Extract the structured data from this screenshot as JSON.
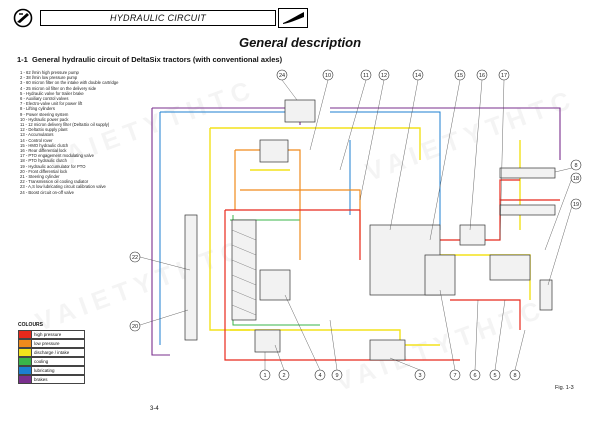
{
  "header": {
    "title": "HYDRAULIC CIRCUIT"
  },
  "main_title": "General description",
  "section": {
    "number": "1-1",
    "title": "General hydraulic circuit of DeltaSix tractors (with conventional axles)"
  },
  "legend_items": [
    "1 - 62 l/min high pressure pump",
    "2 - 38 l/min low pressure pump",
    "3 - 60 micron filter on the intake with double cartridge",
    "4 - 25 micron oil filter on the delivery side",
    "5 - Hydraulic valve for trailer brake",
    "6 - Auxiliary control valves",
    "7 - Electro-valve unit for power lift",
    "8 - Lifting cylinders",
    "9 - Power steering system",
    "10 - Hydraulic power pack",
    "11 - 12 micron delivery filter (DeltaSix oil supply)",
    "12 - DeltaSix supply plant",
    "13 - Accumulators",
    "14 - Control rover",
    "15 - HMO hydraulic clutch",
    "16 - Rear differential lock",
    "17 - PTO engagement modulating valve",
    "18 - PTO hydraulic clutch",
    "19 - Hydraulic accumulator for PTO",
    "20 - Front differential lock",
    "21 - Steering cylinder",
    "22 - Transmission oil cooling radiator",
    "23 - A,S low lubricating circuit calibration valve",
    "24 - Boost circuit on-off valve"
  ],
  "colours": {
    "title": "COLOURS",
    "items": [
      {
        "label": "high pressure",
        "color": "#e8291c"
      },
      {
        "label": "low pressure",
        "color": "#f08a1c"
      },
      {
        "label": "discharge / intake",
        "color": "#f3e21b"
      },
      {
        "label": "cooling",
        "color": "#39b54a"
      },
      {
        "label": "lubricating",
        "color": "#1c7fd1"
      },
      {
        "label": "brakes",
        "color": "#7a2f8e"
      }
    ]
  },
  "callouts_top": [
    "24",
    "10",
    "11",
    "12",
    "14",
    "15",
    "16",
    "17"
  ],
  "callouts_right": [
    "8",
    "18",
    "19"
  ],
  "callouts_left": [
    "22",
    "20"
  ],
  "callouts_bottom": [
    "1",
    "2",
    "4",
    "9",
    "3",
    "7",
    "6",
    "5",
    "8"
  ],
  "watermark": "VAIETYTHTC",
  "figure_label": "Fig. 1-3",
  "page_number": "3-4"
}
